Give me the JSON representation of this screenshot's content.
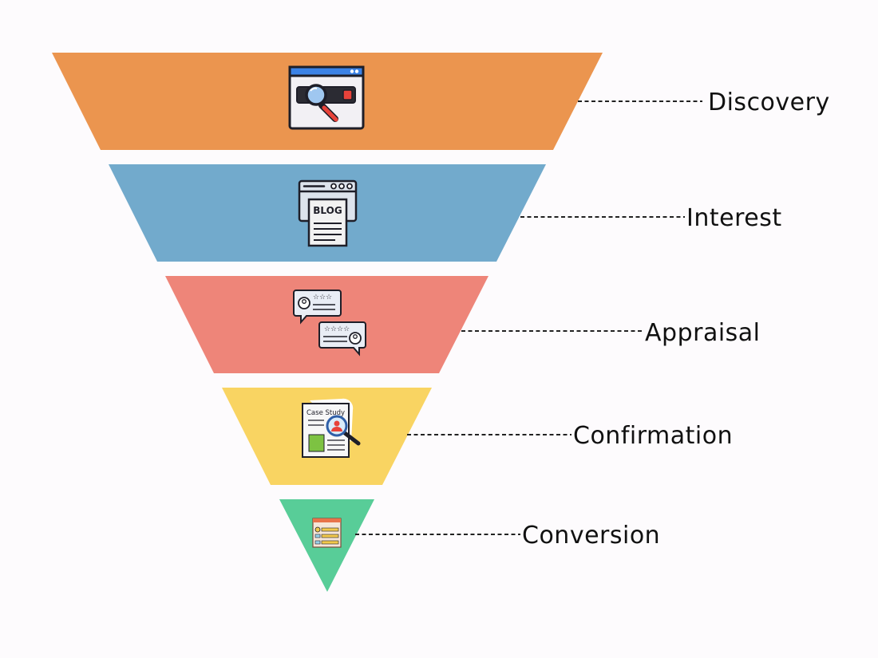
{
  "funnel": {
    "stages": [
      {
        "label": "Discovery",
        "color": "#eb954f",
        "icon": "search-webpage-icon"
      },
      {
        "label": "Interest",
        "color": "#72aacc",
        "icon": "blog-article-icon"
      },
      {
        "label": "Appraisal",
        "color": "#ee8579",
        "icon": "customer-reviews-icon"
      },
      {
        "label": "Confirmation",
        "color": "#f9d462",
        "icon": "case-study-icon"
      },
      {
        "label": "Conversion",
        "color": "#58cd98",
        "icon": "signup-form-icon"
      }
    ],
    "icons": {
      "blog_text": "BLOG",
      "case_study_text": "Case Study"
    }
  }
}
